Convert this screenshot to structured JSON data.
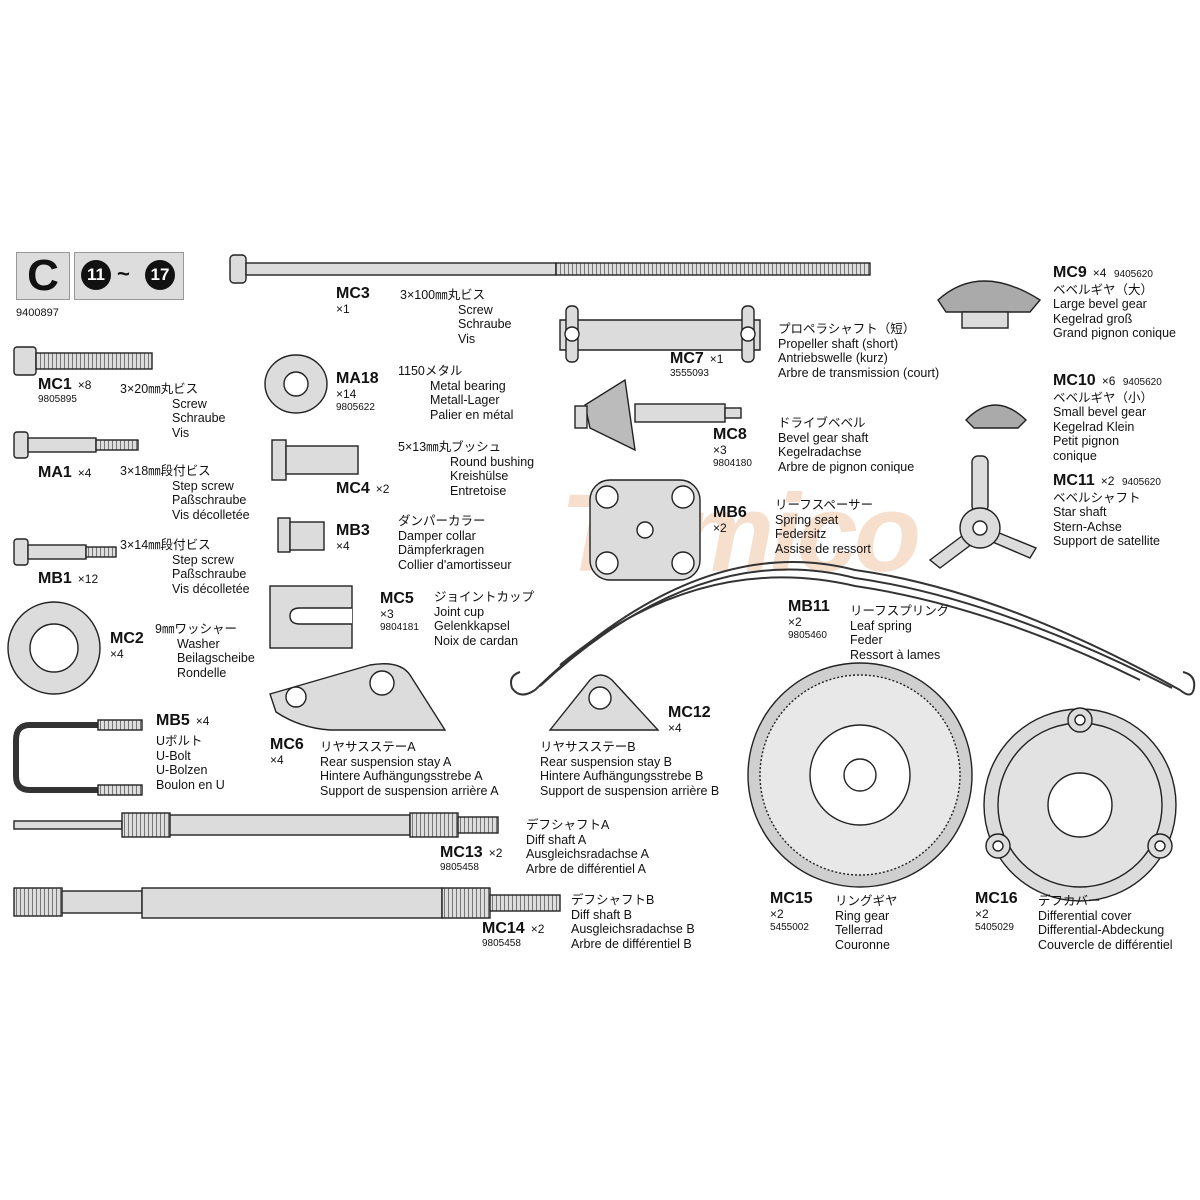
{
  "header": {
    "section_letter": "C",
    "step_from": "11",
    "step_sep": "~",
    "step_to": "17",
    "sheet_number": "9400897"
  },
  "watermark": "Tamico",
  "parts": {
    "mc1": {
      "code": "MC1",
      "qty": "×8",
      "pn": "9805895",
      "lines": [
        "3×20㎜丸ビス",
        "Screw",
        "Schraube",
        "Vis"
      ]
    },
    "ma1": {
      "code": "MA1",
      "qty": "×4",
      "lines": [
        "3×18㎜段付ビス",
        "Step screw",
        "Paßschraube",
        "Vis décolletée"
      ]
    },
    "mb1": {
      "code": "MB1",
      "qty": "×12",
      "lines": [
        "3×14㎜段付ビス",
        "Step screw",
        "Paßschraube",
        "Vis décolletée"
      ]
    },
    "mc2": {
      "code": "MC2",
      "qty": "×4",
      "lines": [
        "9㎜ワッシャー",
        "Washer",
        "Beilagscheibe",
        "Rondelle"
      ]
    },
    "mb5": {
      "code": "MB5",
      "qty": "×4",
      "lines": [
        "Uボルト",
        "U-Bolt",
        "U-Bolzen",
        "Boulon en U"
      ]
    },
    "mc3": {
      "code": "MC3",
      "qty": "×1",
      "lines": [
        "3×100㎜丸ビス",
        "Screw",
        "Schraube",
        "Vis"
      ]
    },
    "ma18": {
      "code": "MA18",
      "qty": "×14",
      "pn": "9805622",
      "lines": [
        "1150メタル",
        "Metal bearing",
        "Metall-Lager",
        "Palier en métal"
      ]
    },
    "mc4": {
      "code": "MC4",
      "qty": "×2",
      "lines": [
        "5×13㎜丸ブッシュ",
        "Round bushing",
        "Kreishülse",
        "Entretoise"
      ]
    },
    "mb3": {
      "code": "MB3",
      "qty": "×4",
      "lines": [
        "ダンパーカラー",
        "Damper collar",
        "Dämpferkragen",
        "Collier d'amortisseur"
      ]
    },
    "mc5": {
      "code": "MC5",
      "qty": "×3",
      "pn": "9804181",
      "lines": [
        "ジョイントカップ",
        "Joint cup",
        "Gelenkkapsel",
        "Noix de cardan"
      ]
    },
    "mc6": {
      "code": "MC6",
      "qty": "×4",
      "lines": [
        "リヤサスステーA",
        "Rear suspension stay A",
        "Hintere Aufhängungsstrebe A",
        "Support de suspension arrière A"
      ]
    },
    "mc12": {
      "code": "MC12",
      "qty": "×4",
      "lines": [
        "リヤサスステーB",
        "Rear suspension stay B",
        "Hintere Aufhängungsstrebe B",
        "Support de suspension arrière B"
      ]
    },
    "mc7": {
      "code": "MC7",
      "qty": "×1",
      "pn": "3555093",
      "lines": [
        "プロペラシャフト（短）",
        "Propeller shaft (short)",
        "Antriebswelle (kurz)",
        "Arbre de transmission (court)"
      ]
    },
    "mc8": {
      "code": "MC8",
      "qty": "×3",
      "pn": "9804180",
      "lines": [
        "ドライブベベル",
        "Bevel gear shaft",
        "Kegelradachse",
        "Arbre de pignon conique"
      ]
    },
    "mb6": {
      "code": "MB6",
      "qty": "×2",
      "lines": [
        "リーフスペーサー",
        "Spring seat",
        "Federsitz",
        "Assise de ressort"
      ]
    },
    "mb11": {
      "code": "MB11",
      "qty": "×2",
      "pn": "9805460",
      "lines": [
        "リーフスプリング",
        "Leaf spring",
        "Feder",
        "Ressort à lames"
      ]
    },
    "mc9": {
      "code": "MC9",
      "qty": "×4",
      "pn": "9405620",
      "lines": [
        "ベベルギヤ（大）",
        "Large bevel gear",
        "Kegelrad groß",
        "Grand pignon conique"
      ]
    },
    "mc10": {
      "code": "MC10",
      "qty": "×6",
      "pn": "9405620",
      "lines": [
        "ベベルギヤ（小）",
        "Small bevel gear",
        "Kegelrad Klein",
        "Petit pignon",
        "conique"
      ]
    },
    "mc11": {
      "code": "MC11",
      "qty": "×2",
      "pn": "9405620",
      "lines": [
        "ベベルシャフト",
        "Star shaft",
        "Stern-Achse",
        "Support de satellite"
      ]
    },
    "mc13": {
      "code": "MC13",
      "qty": "×2",
      "pn": "9805458",
      "lines": [
        "デフシャフトA",
        "Diff shaft A",
        "Ausgleichsradachse A",
        "Arbre de différentiel A"
      ]
    },
    "mc14": {
      "code": "MC14",
      "qty": "×2",
      "pn": "9805458",
      "lines": [
        "デフシャフトB",
        "Diff shaft B",
        "Ausgleichsradachse B",
        "Arbre de différentiel B"
      ]
    },
    "mc15": {
      "code": "MC15",
      "qty": "×2",
      "pn": "5455002",
      "lines": [
        "リングギヤ",
        "Ring gear",
        "Tellerrad",
        "Couronne"
      ]
    },
    "mc16": {
      "code": "MC16",
      "qty": "×2",
      "pn": "5405029",
      "lines": [
        "デフカバー",
        "Differential cover",
        "Differential-Abdeckung",
        "Couvercle de différentiel"
      ]
    }
  },
  "colors": {
    "ink": "#111111",
    "part_fill": "#d9d9d9",
    "part_dark": "#9a9a9a",
    "watermark": "#f2c6a6"
  }
}
